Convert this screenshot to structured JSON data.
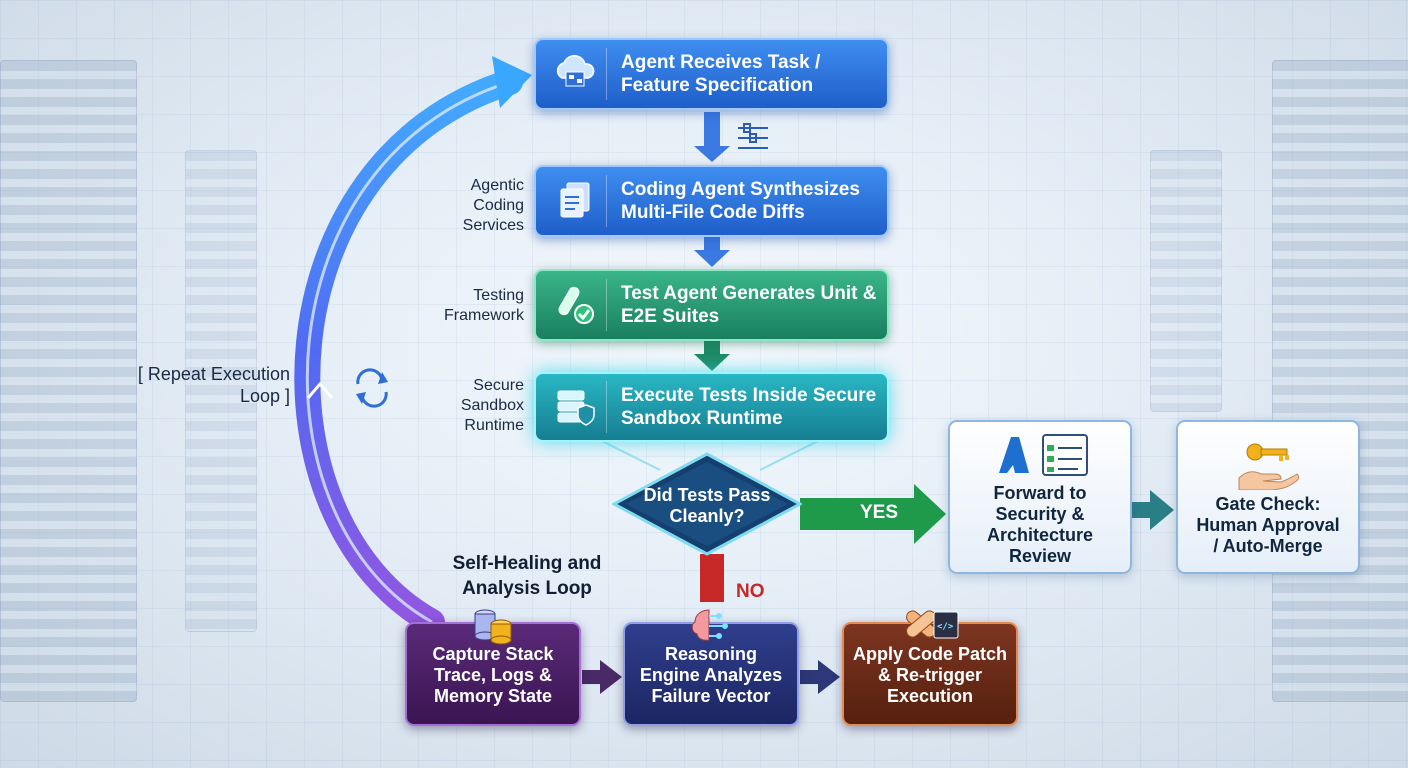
{
  "nodes": {
    "receive": "Agent Receives Task / Feature Specification",
    "synthesize": "Coding Agent Synthesizes Multi-File Code Diffs",
    "generate": "Test Agent Generates Unit & E2E Suites",
    "execute": "Execute Tests Inside Secure Sandbox Runtime",
    "decision": "Did Tests Pass Cleanly?",
    "forward": "Forward to Security & Architecture Review",
    "gate": "Gate Check: Human Approval / Auto-Merge",
    "capture": "Capture Stack Trace, Logs & Memory State",
    "reasoning": "Reasoning Engine Analyzes Failure Vector",
    "patch": "Apply Code Patch & Re-trigger Execution"
  },
  "side_labels": {
    "coding": "Agentic Coding Services",
    "testing": "Testing Framework",
    "sandbox": "Secure Sandbox Runtime",
    "repeat": "[ Repeat Execution Loop ]",
    "self_healing": "Self-Healing and Analysis Loop"
  },
  "edges": {
    "yes": "YES",
    "no": "NO"
  },
  "colors": {
    "blue": "#2a6fdd",
    "green": "#22946e",
    "cyan": "#1fa6b8",
    "purple": "#4a2066",
    "indigo": "#26327a",
    "orange": "#6b2a17",
    "yes_arrow": "#1f9a4a",
    "no_arrow": "#c62828",
    "loop_arc": "#5b6cf0"
  },
  "icons": {
    "receive": "cloud-diagram-icon",
    "synthesize": "documents-icon",
    "generate": "test-tube-check-icon",
    "execute": "server-shield-icon",
    "forward": "azure-checklist-icon",
    "gate": "key-hand-icon",
    "capture": "database-stack-icon",
    "reasoning": "brain-circuit-icon",
    "patch": "bandage-code-icon",
    "loop": "refresh-icon",
    "flow": "flow-branch-icon"
  }
}
